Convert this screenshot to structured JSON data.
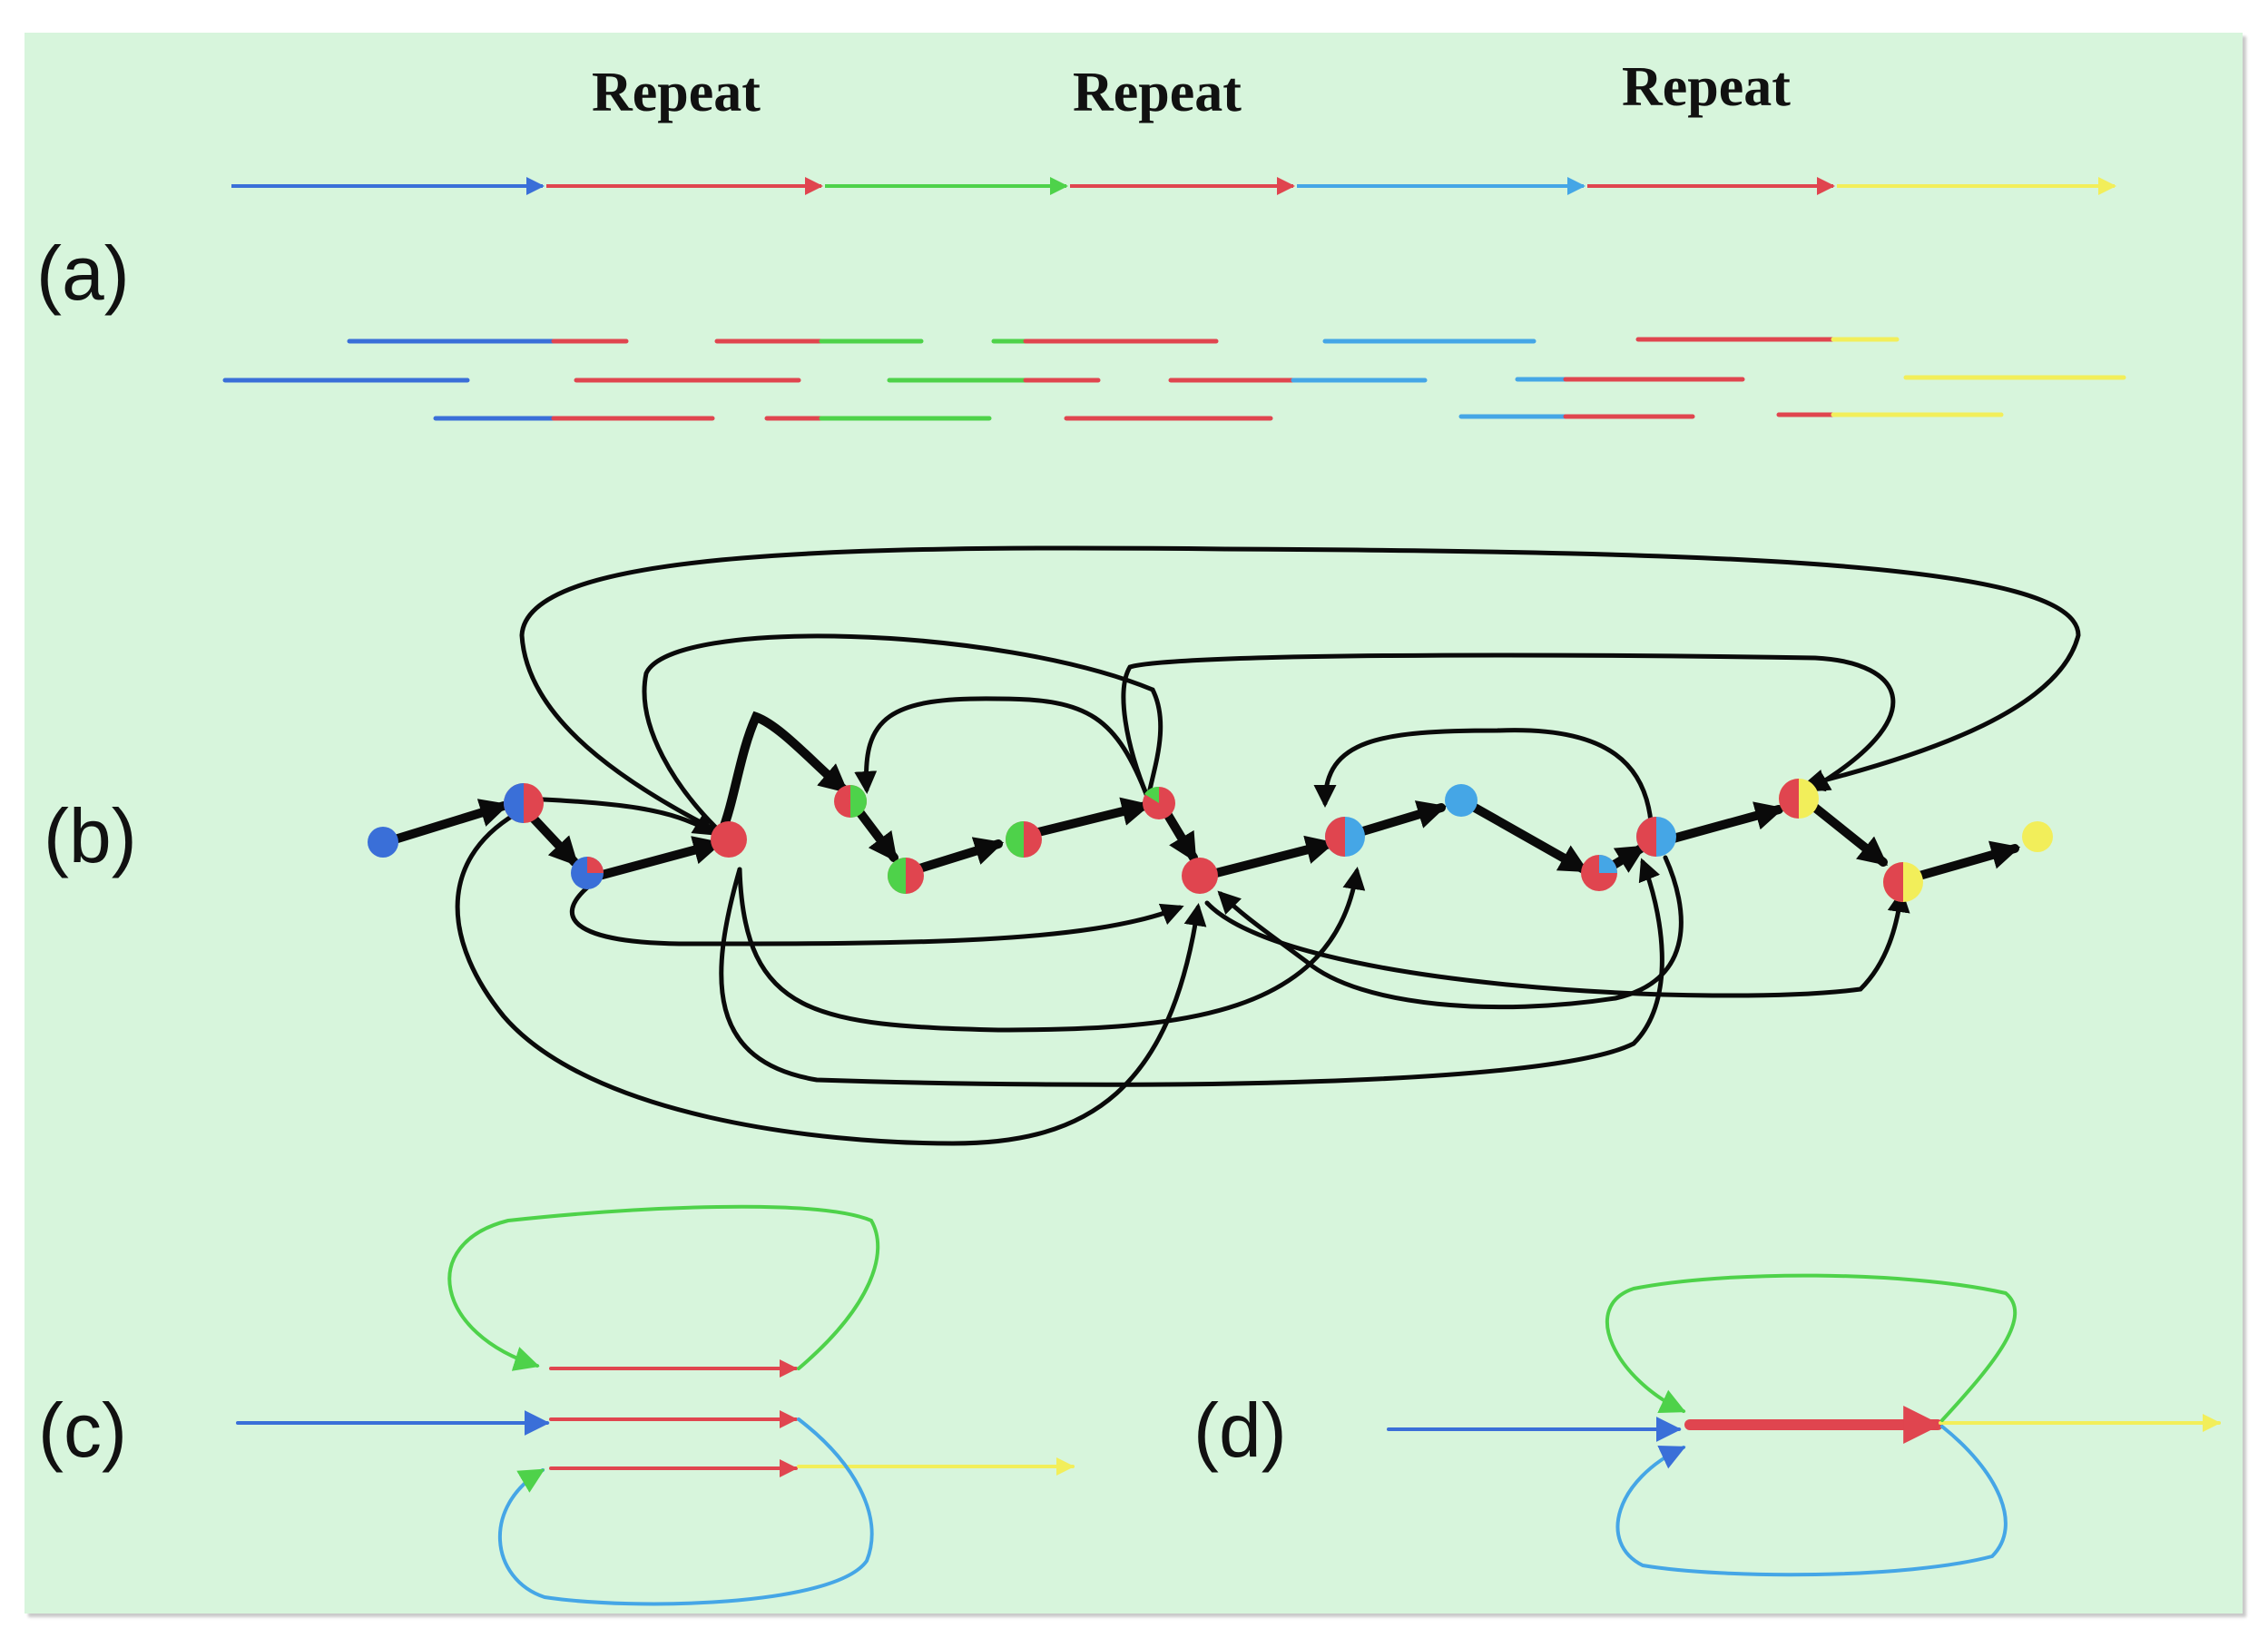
{
  "labels": {
    "repeat_1": "Repeat",
    "repeat_2": "Repeat",
    "repeat_3": "Repeat",
    "panel_a": "(a)",
    "panel_b": "(b)",
    "panel_c": "(c)",
    "panel_d": "(d)"
  },
  "colors": {
    "blue": "#3a6fd8",
    "red": "#e0454f",
    "green": "#4ed24a",
    "light_blue": "#45a6e6",
    "yellow": "#f2ee5a",
    "edge": "#0a0a0a",
    "background": "#d7f5dc"
  }
}
